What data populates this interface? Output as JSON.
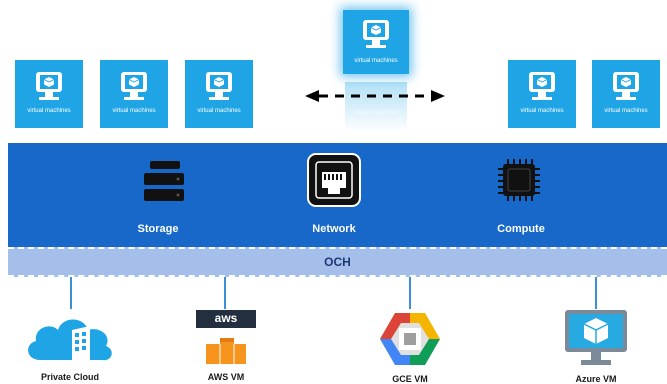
{
  "vm": {
    "label": "virtual machines",
    "ghost_label": "virtual machines"
  },
  "layers": {
    "storage": "Storage",
    "network": "Network",
    "compute": "Compute"
  },
  "och": "OCH",
  "providers": {
    "private": "Private Cloud",
    "aws": "AWS VM",
    "aws_logo": "aws",
    "gce": "GCE VM",
    "azure": "Azure VM"
  },
  "colors": {
    "vm_tile": "#1fa4e6",
    "band": "#1768c8",
    "och_band": "#a4bfea"
  },
  "icons": [
    "monitor-icon",
    "cube-icon",
    "storage-icon",
    "ethernet-port-icon",
    "cpu-chip-icon",
    "cloud-building-icon",
    "aws-logo",
    "gce-logo",
    "azure-vm-icon"
  ]
}
